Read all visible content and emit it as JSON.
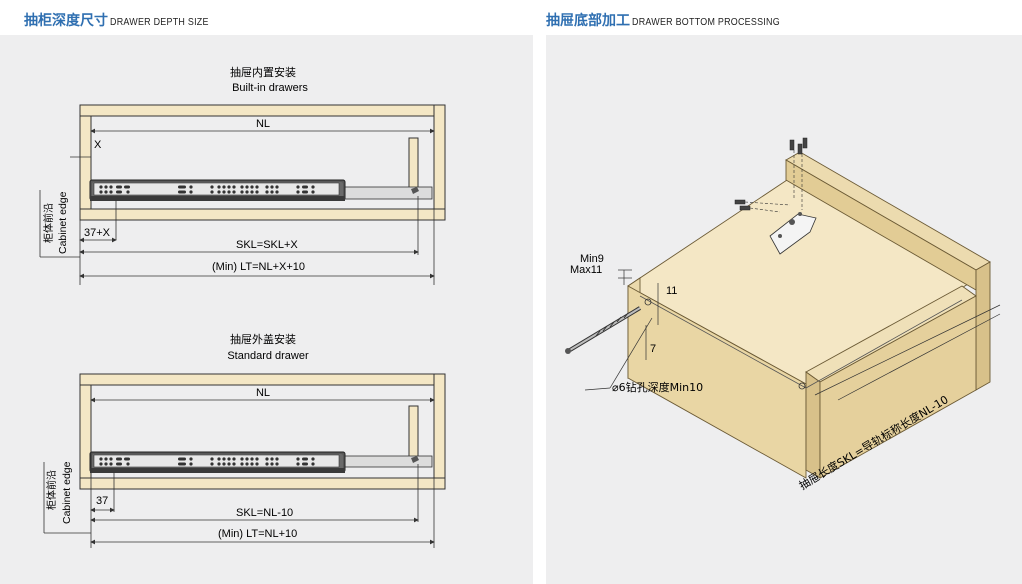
{
  "left": {
    "heading_cn": "抽柜深度尺寸",
    "heading_en": "DRAWER DEPTH SIZE",
    "builtin": {
      "title_cn": "抽屉内置安装",
      "title_en": "Built-in drawers",
      "nl": "NL",
      "x": "X",
      "offset": "37+X",
      "skl": "SKL=SKL+X",
      "lt": "(Min) LT=NL+X+10",
      "edge_cn": "柜体前沿",
      "edge_en": "Cabinet edge"
    },
    "standard": {
      "title_cn": "抽屉外盖安装",
      "title_en": "Standard drawer",
      "nl": "NL",
      "offset": "37",
      "skl": "SKL=NL-10",
      "lt": "(Min) LT=NL+10",
      "edge_cn": "柜体前沿",
      "edge_en": "Cabinet edge"
    }
  },
  "right": {
    "heading_cn": "抽屉底部加工",
    "heading_en": "DRAWER BOTTOM PROCESSING",
    "min9": "Min9",
    "max11": "Max11",
    "dim11": "11",
    "dim7": "7",
    "drill": "⌀6钻孔深度Min10",
    "length": "抽屉长度SKL=导轨标称长度NL-10"
  },
  "colors": {
    "heading_blue": "#2f6fb1",
    "panel": "#eeeeef",
    "wood": "#f4e7c5",
    "wood_side": "#e9d6a4",
    "wood_dark": "#dcc58f",
    "slide": "#4a4a4a"
  }
}
